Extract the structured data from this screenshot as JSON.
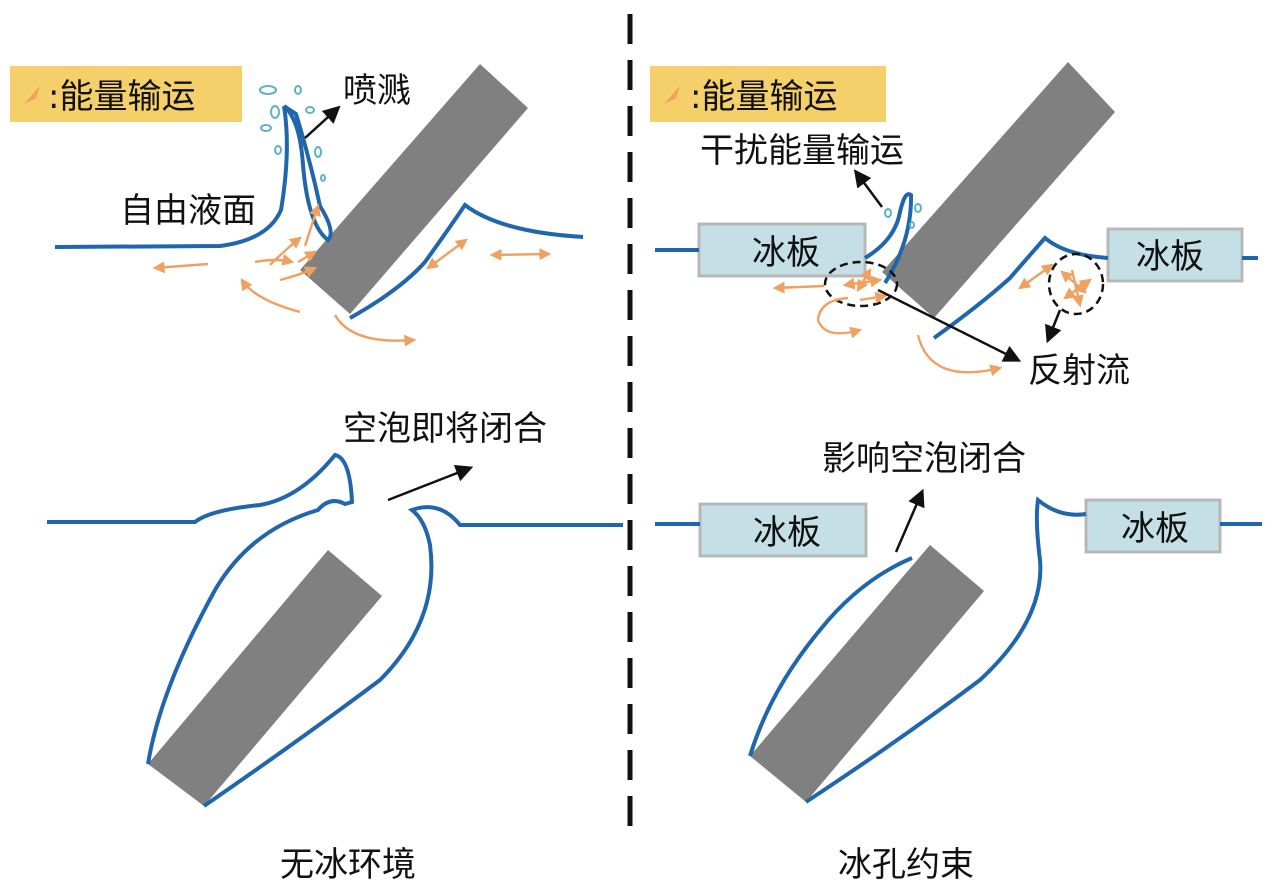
{
  "colors": {
    "water_line": "#1f66ad",
    "energy_arrow": "#f0a060",
    "plate": "#808080",
    "ice": "#c5dfe6",
    "ice_border": "#b8b8b8",
    "legend_bg": "#f5cf6a",
    "splash": "#5fb0c9",
    "divider": "#111111"
  },
  "legend": {
    "left": ":能量输运",
    "right": ":能量输运",
    "icon": "orange-arrow-icon"
  },
  "labels": {
    "splash": "喷溅",
    "free_surface": "自由液面",
    "interfere": "干扰能量输运",
    "reflect": "反射流",
    "cavity_closing": "空泡即将闭合",
    "affect_closure": "影响空泡闭合"
  },
  "ice_plates": {
    "top_left": "冰板",
    "top_right": "冰板",
    "bottom_left": "冰板",
    "bottom_right": "冰板"
  },
  "captions": {
    "left": "无冰环境",
    "right": "冰孔约束"
  }
}
